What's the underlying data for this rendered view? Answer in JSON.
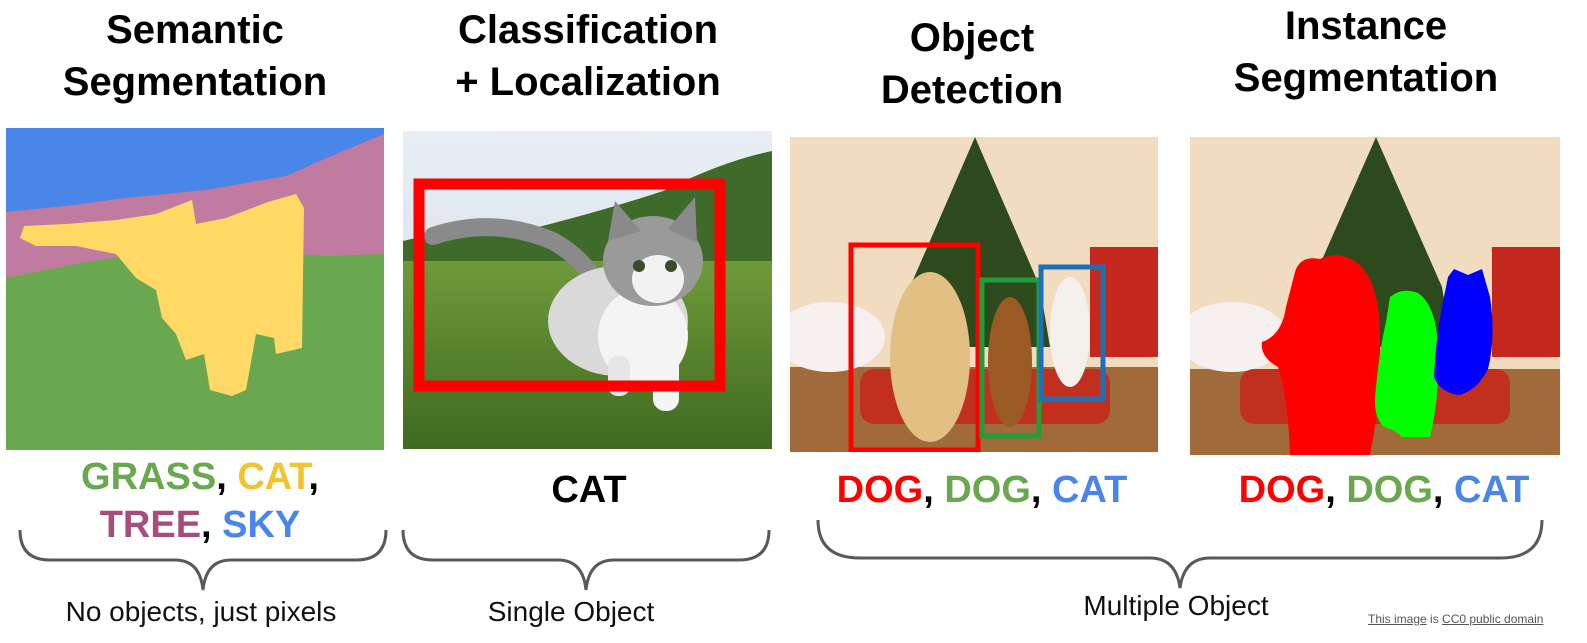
{
  "colors": {
    "red": "#ff0000",
    "green": "#6aa84f",
    "blue": "#4a86e8",
    "yellow": "#f1c232",
    "purple": "#a64d79",
    "black": "#000000",
    "sky_fill": "#4a86e8",
    "tree_fill": "#c27ba0",
    "grass_fill": "#6aa84f",
    "cat_fill": "#ffd966",
    "mask_red": "#ff0000",
    "mask_green": "#00ff00",
    "mask_blue": "#0000ff"
  },
  "panels": [
    {
      "id": "semantic",
      "title_lines": [
        "Semantic",
        "Segmentation"
      ],
      "labels": [
        {
          "text": "GRASS",
          "color": "#6aa84f"
        },
        {
          "text": ", ",
          "color": "#000000"
        },
        {
          "text": "CAT",
          "color": "#f1c232"
        },
        {
          "text": ",",
          "color": "#000000"
        },
        {
          "text": "TREE",
          "color": "#a64d79"
        },
        {
          "text": ", ",
          "color": "#000000"
        },
        {
          "text": "SKY",
          "color": "#4a86e8"
        }
      ]
    },
    {
      "id": "classification",
      "title_lines": [
        "Classification",
        "+ Localization"
      ],
      "labels": [
        {
          "text": "CAT",
          "color": "#000000"
        }
      ]
    },
    {
      "id": "detection",
      "title_lines": [
        "Object",
        "Detection"
      ],
      "labels": [
        {
          "text": "DOG",
          "color": "#ff0000"
        },
        {
          "text": ", ",
          "color": "#000000"
        },
        {
          "text": "DOG",
          "color": "#6aa84f"
        },
        {
          "text": ", ",
          "color": "#000000"
        },
        {
          "text": "CAT",
          "color": "#4a86e8"
        }
      ]
    },
    {
      "id": "instance",
      "title_lines": [
        "Instance",
        "Segmentation"
      ],
      "labels": [
        {
          "text": "DOG",
          "color": "#ff0000"
        },
        {
          "text": ", ",
          "color": "#000000"
        },
        {
          "text": "DOG",
          "color": "#6aa84f"
        },
        {
          "text": ", ",
          "color": "#000000"
        },
        {
          "text": "CAT",
          "color": "#4a86e8"
        }
      ]
    }
  ],
  "brace_captions": {
    "first": "No objects, just pixels",
    "second": "Single Object",
    "third": "Multiple Object"
  },
  "credit": {
    "prefix": "This image",
    "middle": " is ",
    "link": "CC0 public domain"
  }
}
